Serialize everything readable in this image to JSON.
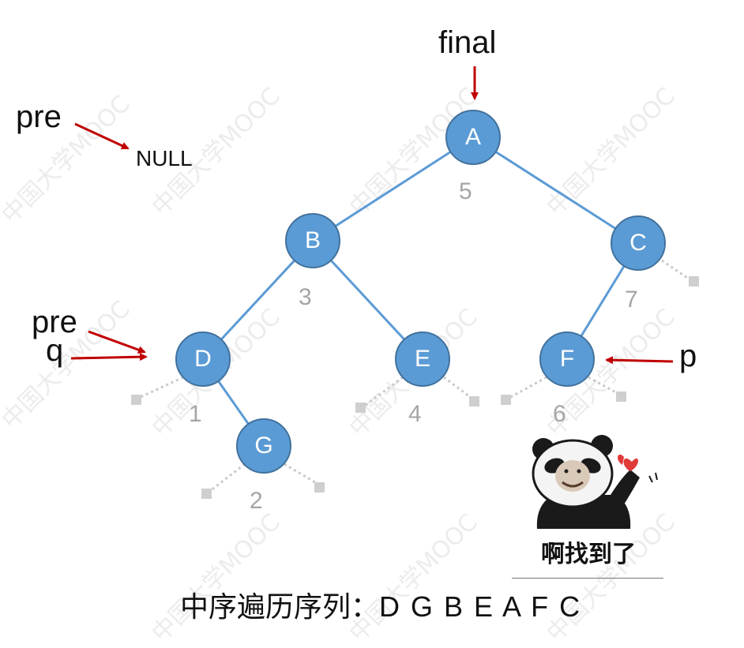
{
  "colors": {
    "node_fill": "#5b9bd5",
    "edge": "#5b9bd5",
    "arrow": "#c00000",
    "order_number": "#a5a5a5",
    "null_stub": "#c9c9c9",
    "accent_bars": [
      "#5b9bd5",
      "#ed7d31",
      "#a5a5a5",
      "#ffc000"
    ]
  },
  "watermark": "中国大学MOOC",
  "tree": {
    "nodes": [
      {
        "id": "A",
        "label": "A",
        "order": "5"
      },
      {
        "id": "B",
        "label": "B",
        "order": "3"
      },
      {
        "id": "C",
        "label": "C",
        "order": "7"
      },
      {
        "id": "D",
        "label": "D",
        "order": "1"
      },
      {
        "id": "E",
        "label": "E",
        "order": "4"
      },
      {
        "id": "F",
        "label": "F",
        "order": "6"
      },
      {
        "id": "G",
        "label": "G",
        "order": "2"
      }
    ],
    "edges": [
      [
        "A",
        "B"
      ],
      [
        "A",
        "C"
      ],
      [
        "B",
        "D"
      ],
      [
        "B",
        "E"
      ],
      [
        "C",
        "F"
      ],
      [
        "D",
        "G"
      ]
    ]
  },
  "pointers": {
    "final": "final",
    "pre_top": "pre",
    "null_text": "NULL",
    "pre_left": "pre",
    "q": "q",
    "p": "p"
  },
  "caption": {
    "prefix": "中序遍历序列：",
    "sequence": "D G B E A F C"
  },
  "meme": {
    "text": "啊找到了",
    "icon": "panda-meme-icon"
  }
}
